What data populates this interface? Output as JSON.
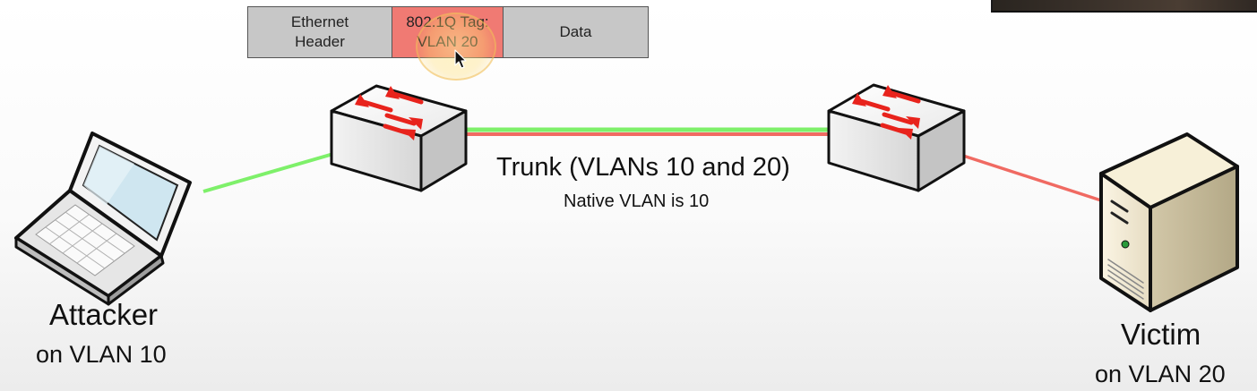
{
  "frame": {
    "ethernet_header": "Ethernet\nHeader",
    "tag": "802.1Q Tag:\nVLAN 20",
    "data": "Data"
  },
  "trunk": {
    "title": "Trunk (VLANs 10 and 20)",
    "subtitle": "Native VLAN is 10"
  },
  "attacker": {
    "name": "Attacker",
    "vlan": "on VLAN 10"
  },
  "victim": {
    "name": "Victim",
    "vlan": "on VLAN 20"
  },
  "colors": {
    "vlan10_link": "#7ef06a",
    "vlan20_link": "#f06a62",
    "tag_cell": "#f07a73",
    "header_cell": "#c7c7c7",
    "switch_arrow": "#e8231c"
  },
  "icons": [
    "laptop-icon",
    "switch-icon",
    "server-icon",
    "cursor-icon"
  ]
}
